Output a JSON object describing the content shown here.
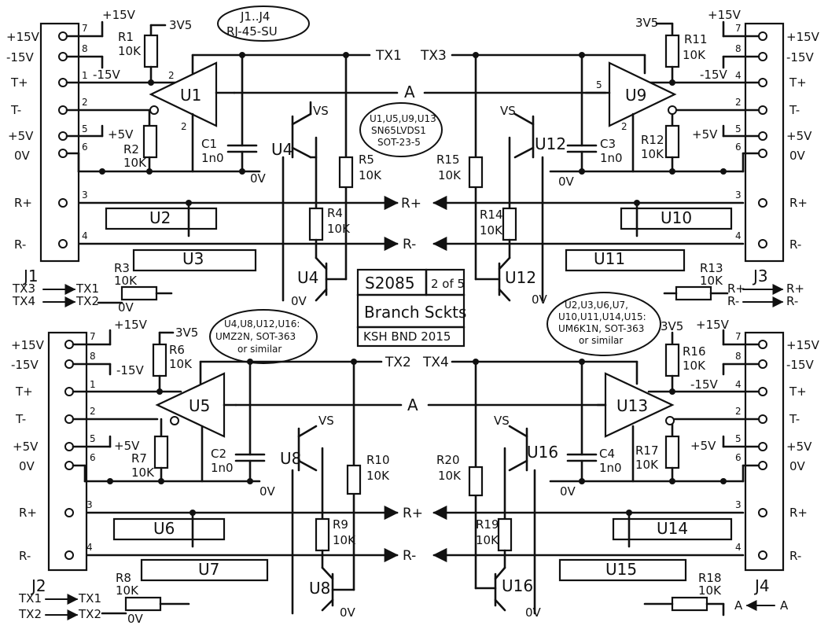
{
  "connectors": {
    "J1": {
      "name": "J1",
      "pins": [
        "7",
        "8",
        "1",
        "2",
        "5",
        "6",
        "3",
        "4"
      ],
      "labels": [
        "+15V",
        "-15V",
        "T+",
        "T-",
        "+5V",
        "0V",
        "R+",
        "R-"
      ]
    },
    "J2": {
      "name": "J2",
      "pins": [
        "7",
        "8",
        "1",
        "2",
        "5",
        "6",
        "3",
        "4"
      ],
      "labels": [
        "+15V",
        "-15V",
        "T+",
        "T-",
        "+5V",
        "0V",
        "R+",
        "R-"
      ]
    },
    "J3": {
      "name": "J3",
      "pins": [
        "7",
        "8",
        "4",
        "2",
        "5",
        "6",
        "3",
        "4"
      ],
      "labels": [
        "+15V",
        "-15V",
        "T+",
        "T-",
        "+5V",
        "0V",
        "R+",
        "R-"
      ]
    },
    "J4": {
      "name": "J4",
      "pins": [
        "7",
        "8",
        "4",
        "2",
        "5",
        "6",
        "3",
        "4"
      ],
      "labels": [
        "+15V",
        "-15V",
        "T+",
        "T-",
        "+5V",
        "0V",
        "R+",
        "R-"
      ]
    }
  },
  "resistors": {
    "R1": {
      "name": "R1",
      "value": "10K"
    },
    "R2": {
      "name": "R2",
      "value": "10K"
    },
    "R3": {
      "name": "R3",
      "value": "10K"
    },
    "R4": {
      "name": "R4",
      "value": "10K"
    },
    "R5": {
      "name": "R5",
      "value": "10K"
    },
    "R6": {
      "name": "R6",
      "value": "10K"
    },
    "R7": {
      "name": "R7",
      "value": "10K"
    },
    "R8": {
      "name": "R8",
      "value": "10K"
    },
    "R9": {
      "name": "R9",
      "value": "10K"
    },
    "R10": {
      "name": "R10",
      "value": "10K"
    },
    "R11": {
      "name": "R11",
      "value": "10K"
    },
    "R12": {
      "name": "R12",
      "value": "10K"
    },
    "R13": {
      "name": "R13",
      "value": "10K"
    },
    "R14": {
      "name": "R14",
      "value": "10K"
    },
    "R15": {
      "name": "R15",
      "value": "10K"
    },
    "R16": {
      "name": "R16",
      "value": "10K"
    },
    "R17": {
      "name": "R17",
      "value": "10K"
    },
    "R18": {
      "name": "R18",
      "value": "10K"
    },
    "R19": {
      "name": "R19",
      "value": "10K"
    },
    "R20": {
      "name": "R20",
      "value": "10K"
    }
  },
  "capacitors": {
    "C1": {
      "name": "C1",
      "value": "1n0"
    },
    "C2": {
      "name": "C2",
      "value": "1n0"
    },
    "C3": {
      "name": "C3",
      "value": "1n0"
    },
    "C4": {
      "name": "C4",
      "value": "1n0"
    }
  },
  "drivers": {
    "U1": "U1",
    "U5": "U5",
    "U9": "U9",
    "U13": "U13"
  },
  "switches": {
    "U2": "U2",
    "U3": "U3",
    "U6": "U6",
    "U7": "U7",
    "U10": "U10",
    "U11": "U11",
    "U14": "U14",
    "U15": "U15"
  },
  "transistors": {
    "U4": "U4",
    "U8": "U8",
    "U12": "U12",
    "U16": "U16"
  },
  "rails": {
    "p15": "+15V",
    "m15": "-15V",
    "p5": "+5V",
    "v35": "3V5",
    "gnd": "0V",
    "vs": "VS"
  },
  "nets": {
    "tx1": "TX1",
    "tx2": "TX2",
    "tx3": "TX3",
    "tx4": "TX4",
    "a": "A",
    "rp": "R+",
    "rm": "R-"
  },
  "notes": {
    "j_range": "J1..J4",
    "rj": "RJ-45-SU",
    "drv_parts": "U1,U5,U9,U13",
    "drv_type": "SN65LVDS1",
    "drv_pkg": "SOT-23-5",
    "q_parts": "U4,U8,U12,U16:",
    "q_type": "UMZ2N, SOT-363",
    "q_sim": "or similar",
    "sw_parts": "U2,U3,U6,U7,",
    "sw_parts2": "U10,U11,U14,U15:",
    "sw_type": "UM6K1N, SOT-363",
    "sw_sim": "or similar"
  },
  "title_block": {
    "drawing": "S2085",
    "sheet": "2 of 5",
    "title": "Branch Sckts",
    "author": "KSH BND 2015"
  }
}
